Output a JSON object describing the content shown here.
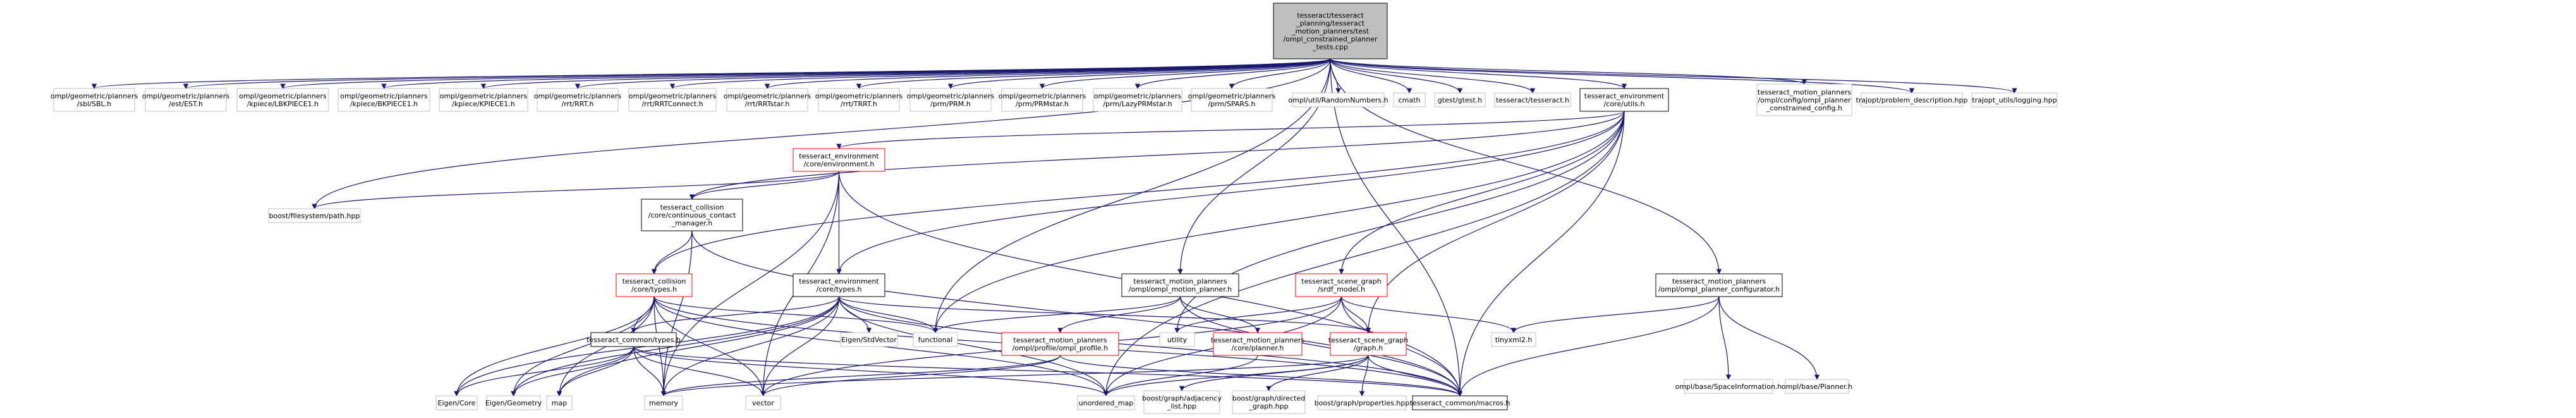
{
  "colors": {
    "edge": "#191970",
    "root_fill": "#bfbfbf",
    "box_border": "#000000",
    "redirect_border": "#ff0000",
    "light_border": "#bfbfbf"
  },
  "nodes": [
    {
      "id": "root",
      "lines": [
        "tesseract/tesseract",
        "_planning/tesseract",
        "_motion_planners/test",
        "/ompl_constrained_planner",
        "_tests.cpp"
      ],
      "style": "root"
    },
    {
      "id": "sbl",
      "lines": [
        "ompl/geometric/planners",
        "/sbl/SBL.h"
      ],
      "style": "light"
    },
    {
      "id": "est",
      "lines": [
        "ompl/geometric/planners",
        "/est/EST.h"
      ],
      "style": "light"
    },
    {
      "id": "lbkpiece",
      "lines": [
        "ompl/geometric/planners",
        "/kpiece/LBKPIECE1.h"
      ],
      "style": "light"
    },
    {
      "id": "bkpiece",
      "lines": [
        "ompl/geometric/planners",
        "/kpiece/BKPIECE1.h"
      ],
      "style": "light"
    },
    {
      "id": "kpiece",
      "lines": [
        "ompl/geometric/planners",
        "/kpiece/KPIECE1.h"
      ],
      "style": "light"
    },
    {
      "id": "rrt",
      "lines": [
        "ompl/geometric/planners",
        "/rrt/RRT.h"
      ],
      "style": "light"
    },
    {
      "id": "rrtconnect",
      "lines": [
        "ompl/geometric/planners",
        "/rrt/RRTConnect.h"
      ],
      "style": "light"
    },
    {
      "id": "rrtstar",
      "lines": [
        "ompl/geometric/planners",
        "/rrt/RRTstar.h"
      ],
      "style": "light"
    },
    {
      "id": "trrt",
      "lines": [
        "ompl/geometric/planners",
        "/rrt/TRRT.h"
      ],
      "style": "light"
    },
    {
      "id": "prm",
      "lines": [
        "ompl/geometric/planners",
        "/prm/PRM.h"
      ],
      "style": "light"
    },
    {
      "id": "prmstar",
      "lines": [
        "ompl/geometric/planners",
        "/prm/PRMstar.h"
      ],
      "style": "light"
    },
    {
      "id": "lazyprm",
      "lines": [
        "ompl/geometric/planners",
        "/prm/LazyPRMstar.h"
      ],
      "style": "light"
    },
    {
      "id": "spars",
      "lines": [
        "ompl/geometric/planners",
        "/prm/SPARS.h"
      ],
      "style": "light"
    },
    {
      "id": "random",
      "lines": [
        "ompl/util/RandomNumbers.h"
      ],
      "style": "light"
    },
    {
      "id": "cmath",
      "lines": [
        "cmath"
      ],
      "style": "light"
    },
    {
      "id": "gtest",
      "lines": [
        "gtest/gtest.h"
      ],
      "style": "light"
    },
    {
      "id": "tesseract_h",
      "lines": [
        "tesseract/tesseract.h"
      ],
      "style": "light"
    },
    {
      "id": "env_utils",
      "lines": [
        "tesseract_environment",
        "/core/utils.h"
      ],
      "style": "box"
    },
    {
      "id": "ompl_planner_config",
      "lines": [
        "tesseract_motion_planners",
        "/ompl/config/ompl_planner",
        "_constrained_config.h"
      ],
      "style": "light"
    },
    {
      "id": "trajopt_problem",
      "lines": [
        "trajopt/problem_description.hpp"
      ],
      "style": "light"
    },
    {
      "id": "trajopt_logging",
      "lines": [
        "trajopt_utils/logging.hpp"
      ],
      "style": "light"
    },
    {
      "id": "env_core",
      "lines": [
        "tesseract_environment",
        "/core/environment.h"
      ],
      "style": "redirect"
    },
    {
      "id": "boost_fs",
      "lines": [
        "boost/filesystem/path.hpp"
      ],
      "style": "light"
    },
    {
      "id": "cont_contact",
      "lines": [
        "tesseract_collision",
        "/core/continuous_contact",
        "_manager.h"
      ],
      "style": "box"
    },
    {
      "id": "coll_types",
      "lines": [
        "tesseract_collision",
        "/core/types.h"
      ],
      "style": "redirect"
    },
    {
      "id": "env_types",
      "lines": [
        "tesseract_environment",
        "/core/types.h"
      ],
      "style": "box"
    },
    {
      "id": "eigen_stl",
      "lines": [
        "Eigen/StdVector"
      ],
      "style": "light"
    },
    {
      "id": "functional",
      "lines": [
        "functional"
      ],
      "style": "light"
    },
    {
      "id": "ompl_motion",
      "lines": [
        "tesseract_motion_planners",
        "/ompl/ompl_motion_planner.h"
      ],
      "style": "box"
    },
    {
      "id": "srdf",
      "lines": [
        "tesseract_scene_graph",
        "/srdf_model.h"
      ],
      "style": "redirect"
    },
    {
      "id": "utility",
      "lines": [
        "utility"
      ],
      "style": "light"
    },
    {
      "id": "tinyxml",
      "lines": [
        "tinyxml2.h"
      ],
      "style": "light"
    },
    {
      "id": "ompl_planner_configurator",
      "lines": [
        "tesseract_motion_planners",
        "/ompl/ompl_planner_configurator.h"
      ],
      "style": "box"
    },
    {
      "id": "common_types",
      "lines": [
        "tesseract_common/types.h"
      ],
      "style": "box"
    },
    {
      "id": "ompl_profile",
      "lines": [
        "tesseract_motion_planners",
        "/ompl/profile/ompl_profile.h"
      ],
      "style": "redirect"
    },
    {
      "id": "core_planner",
      "lines": [
        "tesseract_motion_planners",
        "/core/planner.h"
      ],
      "style": "redirect"
    },
    {
      "id": "graph",
      "lines": [
        "tesseract_scene_graph",
        "/graph.h"
      ],
      "style": "redirect"
    },
    {
      "id": "space_info",
      "lines": [
        "ompl/base/SpaceInformation.h"
      ],
      "style": "light"
    },
    {
      "id": "base_planner",
      "lines": [
        "ompl/base/Planner.h"
      ],
      "style": "light"
    },
    {
      "id": "eigen_core",
      "lines": [
        "Eigen/Core"
      ],
      "style": "light"
    },
    {
      "id": "eigen_geom",
      "lines": [
        "Eigen/Geometry"
      ],
      "style": "light"
    },
    {
      "id": "map",
      "lines": [
        "map"
      ],
      "style": "light"
    },
    {
      "id": "memory",
      "lines": [
        "memory"
      ],
      "style": "light"
    },
    {
      "id": "vector",
      "lines": [
        "vector"
      ],
      "style": "light"
    },
    {
      "id": "unordered_map",
      "lines": [
        "unordered_map"
      ],
      "style": "light"
    },
    {
      "id": "bg_adj",
      "lines": [
        "boost/graph/adjacency",
        "_list.hpp"
      ],
      "style": "light"
    },
    {
      "id": "bg_dir",
      "lines": [
        "boost/graph/directed",
        "_graph.hpp"
      ],
      "style": "light"
    },
    {
      "id": "bg_prop",
      "lines": [
        "boost/graph/properties.hpp"
      ],
      "style": "light"
    },
    {
      "id": "macros",
      "lines": [
        "tesseract_common/macros.h"
      ],
      "style": "box"
    }
  ]
}
